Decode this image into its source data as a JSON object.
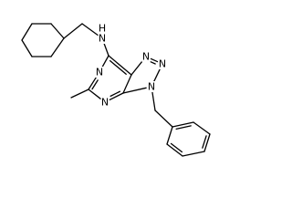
{
  "molecule": {
    "bond_color": "#000000",
    "label_color": "#000000",
    "background": "#ffffff",
    "atoms": [
      {
        "id": "cy1"
      },
      {
        "id": "cy2"
      },
      {
        "id": "cy3"
      },
      {
        "id": "cy4"
      },
      {
        "id": "cy5"
      },
      {
        "id": "cy6"
      },
      {
        "id": "ch2a"
      },
      {
        "id": "nh",
        "label": "N"
      },
      {
        "id": "nh_h",
        "label": "H"
      },
      {
        "id": "c7"
      },
      {
        "id": "n6",
        "label": "N"
      },
      {
        "id": "c5"
      },
      {
        "id": "me"
      },
      {
        "id": "n4",
        "label": "N"
      },
      {
        "id": "c3a"
      },
      {
        "id": "c7a"
      },
      {
        "id": "n1",
        "label": "N"
      },
      {
        "id": "n2",
        "label": "N"
      },
      {
        "id": "n3",
        "label": "N"
      },
      {
        "id": "ch2b"
      },
      {
        "id": "ph1"
      },
      {
        "id": "ph2"
      },
      {
        "id": "ph3"
      },
      {
        "id": "ph4"
      },
      {
        "id": "ph5"
      },
      {
        "id": "ph6"
      }
    ],
    "bonds": [
      [
        "cy1",
        "cy2",
        1
      ],
      [
        "cy2",
        "cy3",
        1
      ],
      [
        "cy3",
        "cy4",
        1
      ],
      [
        "cy4",
        "cy5",
        1
      ],
      [
        "cy5",
        "cy6",
        1
      ],
      [
        "cy6",
        "cy1",
        1
      ],
      [
        "cy1",
        "ch2a",
        1
      ],
      [
        "ch2a",
        "nh",
        1
      ],
      [
        "nh",
        "c7",
        1
      ],
      [
        "c7",
        "n6",
        1
      ],
      [
        "n6",
        "c5",
        2
      ],
      [
        "c5",
        "n4",
        1
      ],
      [
        "n4",
        "c3a",
        2
      ],
      [
        "c3a",
        "c7a",
        1
      ],
      [
        "c7a",
        "c7",
        2
      ],
      [
        "c5",
        "me",
        1
      ],
      [
        "c7a",
        "n1",
        1
      ],
      [
        "n1",
        "n2",
        2
      ],
      [
        "n2",
        "n3",
        1
      ],
      [
        "n3",
        "c3a",
        1
      ],
      [
        "n3",
        "ch2b",
        1
      ],
      [
        "ch2b",
        "ph1",
        1
      ],
      [
        "ph1",
        "ph2",
        2
      ],
      [
        "ph2",
        "ph3",
        1
      ],
      [
        "ph3",
        "ph4",
        2
      ],
      [
        "ph4",
        "ph5",
        1
      ],
      [
        "ph5",
        "ph6",
        2
      ],
      [
        "ph6",
        "ph1",
        1
      ]
    ]
  }
}
